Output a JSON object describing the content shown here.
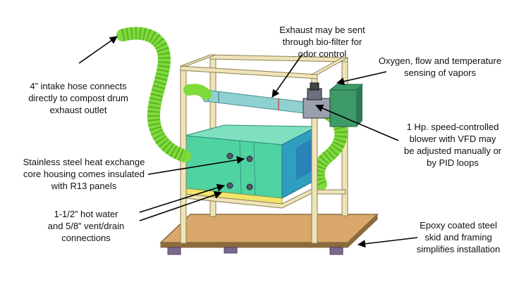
{
  "callouts": {
    "intake": [
      "4” intake hose connects",
      "directly to compost drum",
      "exhaust outlet"
    ],
    "exhaust": [
      "Exhaust may be sent",
      "through bio-filter for",
      "odor control"
    ],
    "sensing": [
      "Oxygen, flow and temperature",
      "sensing of vapors"
    ],
    "blower": [
      "1 Hp. speed-controlled",
      "blower with VFD may",
      "be adjusted manually or",
      "by PID loops"
    ],
    "core": [
      "Stainless steel heat exchange",
      "core housing comes insulated",
      "with R13 panels"
    ],
    "water": [
      "1-1/2” hot water",
      "and 5/8” vent/drain",
      "connections"
    ],
    "skid": [
      "Epoxy coated steel",
      "skid and framing",
      "simplifies installation"
    ]
  },
  "colors": {
    "frame": "#efe4b8",
    "frame_edge": "#8a7f55",
    "skid": "#d9a86a",
    "skid_edge": "#8b6a3c",
    "skid_feet": "#7a6a8f",
    "core_front": "#4fd3a0",
    "core_top": "#7fe0c0",
    "core_side": "#2f9fc0",
    "pipe": "#8fd0d0",
    "hose": "#7fdb3a",
    "hose_edge": "#3e8f18",
    "blower_box": "#3f9a6a",
    "yellow_rail": "#f2e66a"
  }
}
